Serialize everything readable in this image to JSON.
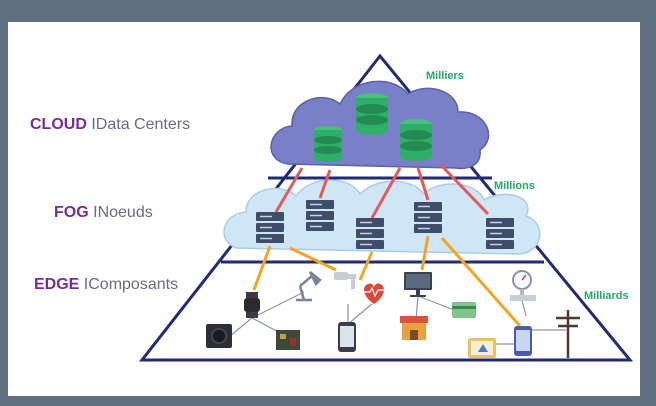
{
  "layers": [
    {
      "key": "CLOUD",
      "sep": "I",
      "desc": "Data Centers",
      "count": "Milliers"
    },
    {
      "key": "FOG",
      "sep": "I",
      "desc": "Noeuds",
      "count": "Millions"
    },
    {
      "key": "EDGE",
      "sep": "I",
      "desc": "Composants",
      "count": "Milliards"
    }
  ],
  "colors": {
    "background": "#5f6f80",
    "layer_title": "#7a2a9a",
    "layer_desc": "#6a6a88",
    "count": "#22aa66",
    "pyramid": "#1f2a78",
    "cloud": "#7a80c8",
    "fog": "#cfe6f7",
    "db": "#2fae68",
    "server": "#3f4d6a",
    "fog_link": "#e25a5a",
    "edge_link": "#f4a423"
  },
  "icons": [
    "database-icon",
    "server-icon",
    "smartwatch-icon",
    "lamp-icon",
    "faucet-icon",
    "heart-rate-icon",
    "monitor-icon",
    "pressure-gauge-icon",
    "speaker-icon",
    "circuit-board-icon",
    "smartphone-icon",
    "store-icon",
    "card-reader-icon",
    "tablet-icon",
    "utility-pole-icon"
  ]
}
